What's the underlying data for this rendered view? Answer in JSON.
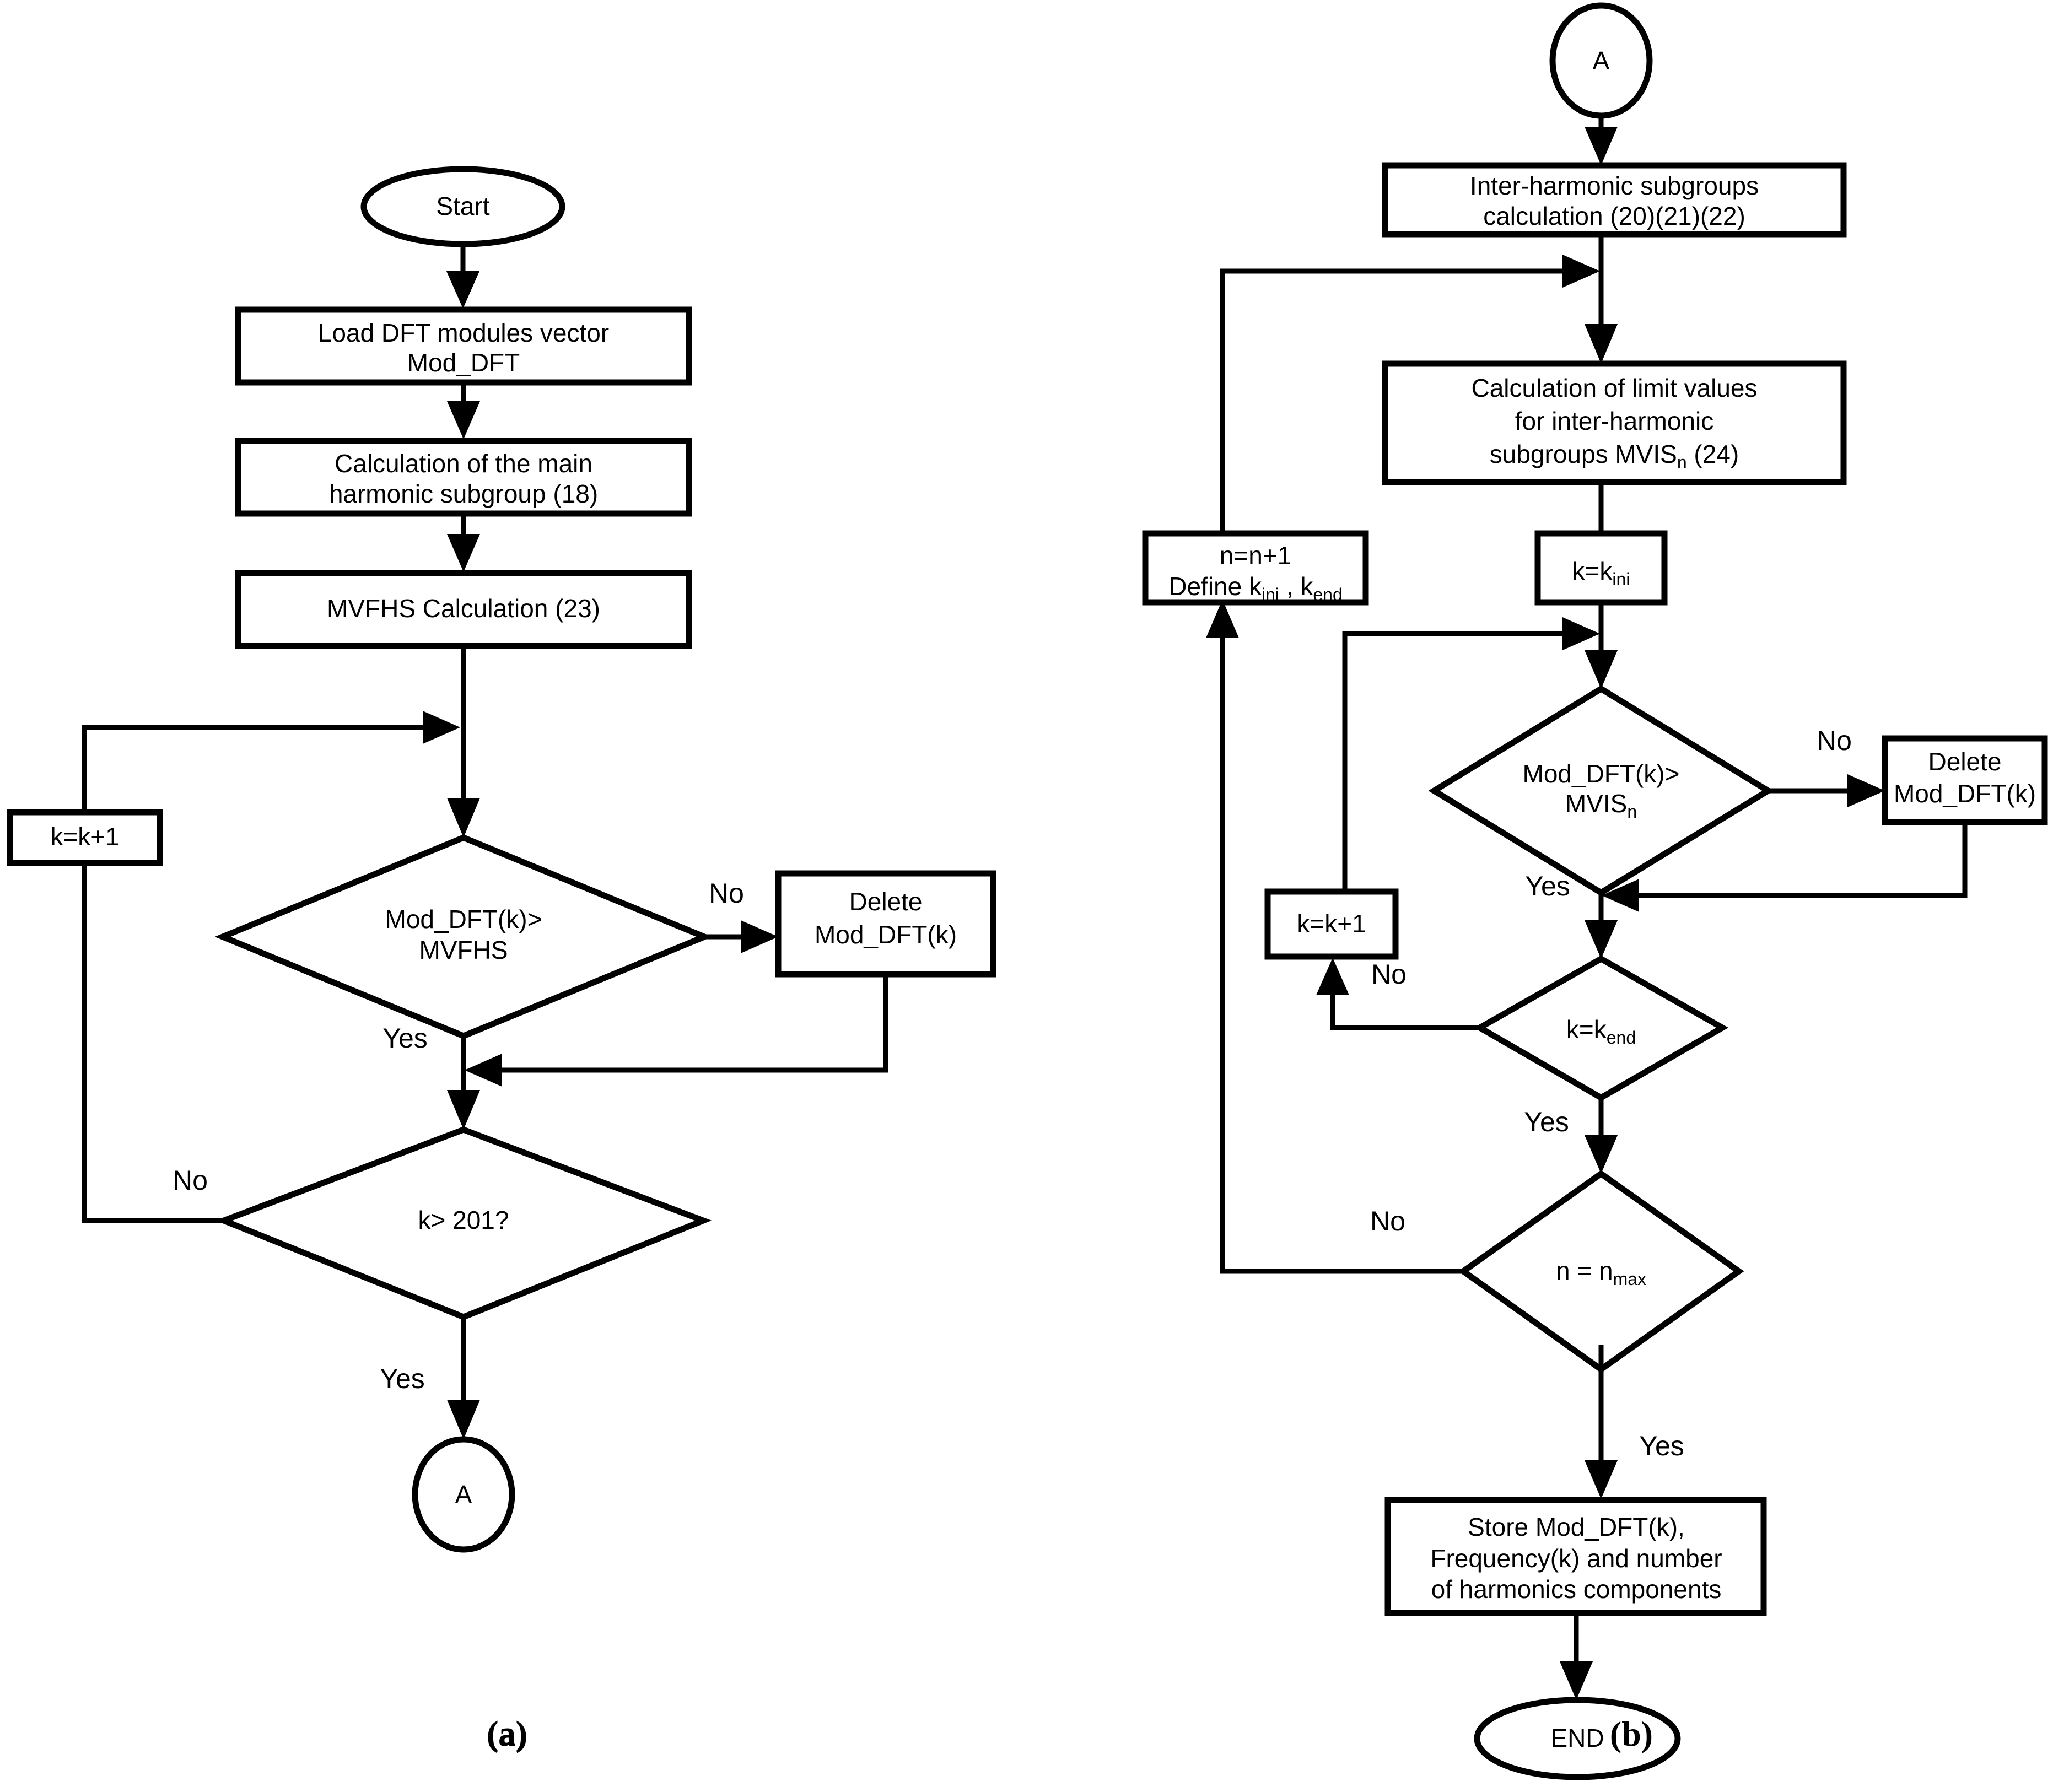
{
  "figure": {
    "type": "flowchart",
    "panels": [
      {
        "id": "a",
        "caption": "(a)",
        "nodes": [
          {
            "id": "start",
            "shape": "ellipse",
            "label": "Start"
          },
          {
            "id": "load",
            "shape": "process",
            "line1": "Load DFT modules vector",
            "line2": "Mod_DFT"
          },
          {
            "id": "calc_main",
            "shape": "process",
            "line1": "Calculation of the main",
            "line2": "harmonic subgroup (18)"
          },
          {
            "id": "mvfhs",
            "shape": "process",
            "line1": "MVFHS Calculation (23)"
          },
          {
            "id": "dec_mvfhs",
            "shape": "decision",
            "line1": "Mod_DFT(k)>",
            "line2": "MVFHS"
          },
          {
            "id": "delete",
            "shape": "process",
            "line1": "Delete",
            "line2": "Mod_DFT(k)"
          },
          {
            "id": "kinc",
            "shape": "process",
            "line1": "k=k+1"
          },
          {
            "id": "dec_k201",
            "shape": "decision",
            "line1": "k> 201?"
          },
          {
            "id": "connector_a",
            "shape": "circle",
            "label": "A"
          }
        ],
        "edge_labels": {
          "mvfhs_no": "No",
          "mvfhs_yes": "Yes",
          "k201_no": "No",
          "k201_yes": "Yes"
        }
      },
      {
        "id": "b",
        "caption": "(b)",
        "nodes": [
          {
            "id": "connector_a_in",
            "shape": "circle",
            "label": "A"
          },
          {
            "id": "inter_sub",
            "shape": "process",
            "line1": "Inter-harmonic subgroups",
            "line2": "calculation (20)(21)(22)"
          },
          {
            "id": "calc_limit",
            "shape": "process",
            "line1": "Calculation of limit values",
            "line2": "for inter-harmonic",
            "line3_pre": "subgroups MVIS",
            "line3_sub": "n",
            "line3_post": " (24)"
          },
          {
            "id": "n_inc",
            "shape": "process",
            "line1": "n=n+1",
            "line2_pre": "Define k",
            "line2_sub1": "ini",
            "line2_mid": " , k",
            "line2_sub2": "end"
          },
          {
            "id": "k_ini",
            "shape": "process",
            "line1_pre": "k=k",
            "line1_sub": "ini"
          },
          {
            "id": "dec_mvis",
            "shape": "decision",
            "line1": "Mod_DFT(k)>",
            "line2_pre": "MVIS",
            "line2_sub": "n"
          },
          {
            "id": "delete_b",
            "shape": "process",
            "line1": "Delete",
            "line2": "Mod_DFT(k)"
          },
          {
            "id": "kinc_b",
            "shape": "process",
            "line1": "k=k+1"
          },
          {
            "id": "dec_kend",
            "shape": "decision",
            "line1_pre": "k=k",
            "line1_sub": "end"
          },
          {
            "id": "dec_nmax",
            "shape": "decision",
            "line1_pre": "n = n",
            "line1_sub": "max"
          },
          {
            "id": "store",
            "shape": "process",
            "line1": "Store Mod_DFT(k),",
            "line2": "Frequency(k) and number",
            "line3": "of harmonics components"
          },
          {
            "id": "end",
            "shape": "ellipse",
            "label": "END"
          }
        ],
        "edge_labels": {
          "mvis_no": "No",
          "mvis_yes": "Yes",
          "kend_no": "No",
          "kend_yes": "Yes",
          "nmax_no": "No",
          "nmax_yes": "Yes"
        }
      }
    ],
    "colors": {
      "stroke": "#000000",
      "fill": "#ffffff",
      "background": "#ffffff"
    }
  }
}
